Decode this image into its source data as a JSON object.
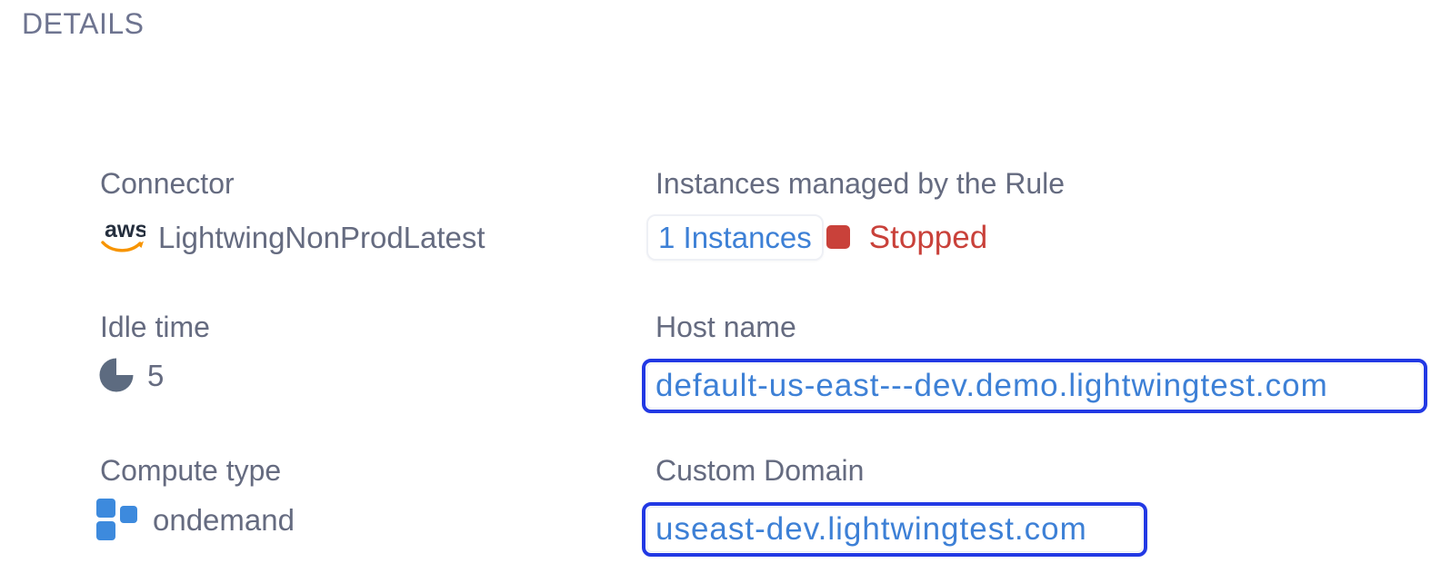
{
  "panel": {
    "title": "DETAILS"
  },
  "colors": {
    "title_gray": "#6e7490",
    "text_gray": "#656b80",
    "link_blue": "#3d80d6",
    "focus_border_blue": "#2239e4",
    "status_red": "#c9413a",
    "aws_orange": "#f79400",
    "aws_dark": "#252f3e",
    "compute_blue": "#3d8add",
    "idle_icon_slate": "#5d6b80"
  },
  "fields": {
    "connector": {
      "label": "Connector",
      "icon": "aws-icon",
      "value": "LightwingNonProdLatest"
    },
    "instances": {
      "label": "Instances managed by the Rule",
      "count_link": "1 Instances",
      "status": "Stopped"
    },
    "idle_time": {
      "label": "Idle time",
      "icon": "pie-chart-icon",
      "value": "5"
    },
    "host_name": {
      "label": "Host name",
      "value": "default-us-east---dev.demo.lightwingtest.com"
    },
    "compute_type": {
      "label": "Compute type",
      "icon": "blocks-icon",
      "value": "ondemand"
    },
    "custom_domain": {
      "label": "Custom Domain",
      "value": "useast-dev.lightwingtest.com"
    }
  }
}
